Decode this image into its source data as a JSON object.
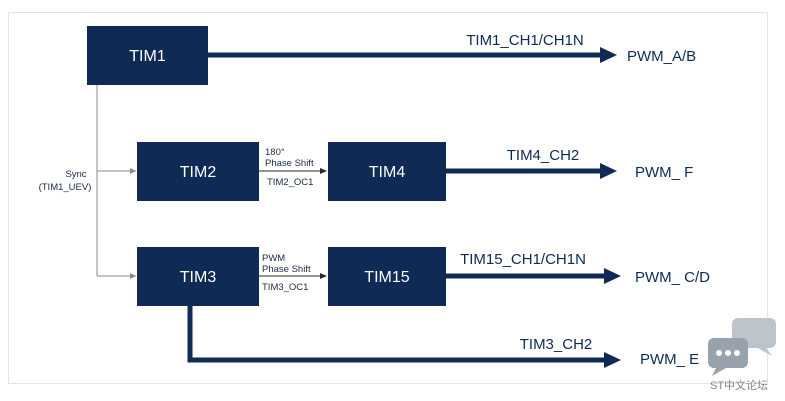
{
  "blocks": {
    "tim1": "TIM1",
    "tim2": "TIM2",
    "tim3": "TIM3",
    "tim4": "TIM4",
    "tim15": "TIM15"
  },
  "sync_label": [
    "Sync",
    "(TIM1_UEV)"
  ],
  "tim2_link": {
    "top": [
      "180°",
      "Phase Shift"
    ],
    "bottom": "TIM2_OC1"
  },
  "tim3_link": {
    "top": [
      "PWM",
      "Phase Shift"
    ],
    "bottom": "TIM3_OC1"
  },
  "signals": {
    "tim1": "TIM1_CH1/CH1N",
    "tim4": "TIM4_CH2",
    "tim15": "TIM15_CH1/CH1N",
    "tim3": "TIM3_CH2"
  },
  "outputs": {
    "ab": "PWM_A/B",
    "f": "PWM_ F",
    "cd": "PWM_ C/D",
    "e": "PWM_ E"
  },
  "watermark": {
    "text": "ST中文论坛",
    "icon": "chat-bubble-icon"
  },
  "colors": {
    "block": "#0e2a55",
    "connector": "#8a8a8a"
  }
}
